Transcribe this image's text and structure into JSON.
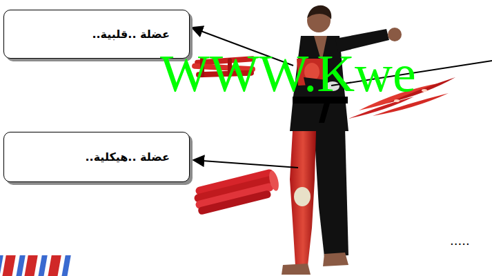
{
  "diagram": {
    "nodes": [
      {
        "text": [
          "عضلة ..قلبية.."
        ]
      },
      {
        "text": [
          "عضلة ..هيكلية.."
        ]
      }
    ],
    "labels": [
      "WWW.Kwe",
      "....."
    ]
  }
}
